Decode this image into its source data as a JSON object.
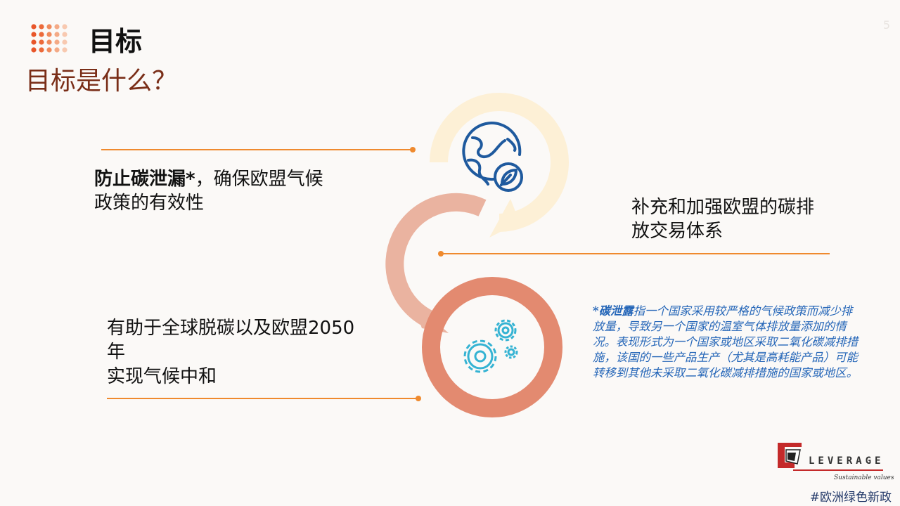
{
  "header": {
    "title": "目标",
    "subtitle": "目标是什么？",
    "page_number": "5"
  },
  "goals": {
    "goal1": {
      "bold": "防止碳泄漏*",
      "rest_line1": "，确保欧盟气候",
      "line2": "政策的有效性"
    },
    "goal2": {
      "line1": "补充和加强欧盟的碳排",
      "line2": "放交易体系"
    },
    "goal3": {
      "line1": "有助于全球脱碳以及欧盟2050",
      "line2": "年",
      "line3": "实现气候中和"
    }
  },
  "footnote": {
    "term": "*碳泄露",
    "text": "指一个国家采用较严格的气候政策而减少排放量，导致另一个国家的温室气体排放量添加的情况。表现形式为一个国家或地区采取二氧化碳减排措施，该国的一些产品生产（尤其是高耗能产品）可能转移到其他未采取二氧化碳减排措施的国家或地区。"
  },
  "icons": {
    "top": "globe-leaf-icon",
    "bottom": "gears-icon"
  },
  "colors": {
    "accent_line": "#ef8a2e",
    "ring_top": "#fdf0d6",
    "ring_middle": "#eab3a0",
    "ring_bottom": "#e38a70",
    "globe_icon": "#1f5a9e",
    "gears_icon": "#35b3d3",
    "footnote_text": "#2566b8",
    "subtitle_text": "#7a2e18"
  },
  "footer": {
    "logo_text": "LEVERAGE",
    "slogan": "Sustainable values",
    "hashtag": "#欧洲绿色新政"
  }
}
